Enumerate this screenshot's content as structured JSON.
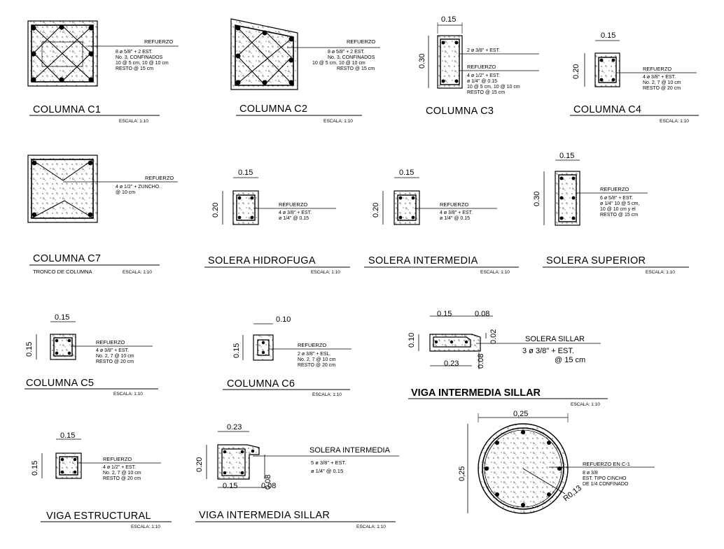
{
  "sections": {
    "c1": {
      "title": "COLUMNA C1",
      "scale": "ESCALA: 1:10",
      "label": "REFUERZO",
      "notes": [
        "8 ø 5/8\" + 2 EST.",
        "No. 3, CONFINADOS",
        "10 @ 5 cm, 10 @ 10 cm",
        "RESTO @ 15 cm"
      ]
    },
    "c2": {
      "title": "COLUMNA C2",
      "scale": "ESCALA: 1:10",
      "label": "REFUERZO",
      "notes": [
        "8 ø 5/8\" + 2 EST.",
        "No. 3, CONFINADOS",
        "10 @ 5 cm, 10 @ 10 cm",
        "RESTO @ 15 cm"
      ]
    },
    "c3": {
      "title": "COLUMNA C3",
      "dims": [
        "0.15",
        "0.30"
      ],
      "note_top": "2 ø 3/8\" + EST.",
      "label": "REFUERZO",
      "notes": [
        "4 ø 1/2\" + EST.",
        "ø 1/4\" @ 0.15",
        "10 @ 5 cm, 10 @ 10 cm",
        "RESTO @ 15 cm"
      ]
    },
    "c4": {
      "title": "COLUMNA C4",
      "scale": "ESCALA: 1:10",
      "dims": [
        "0.15",
        "0.20"
      ],
      "label": "REFUERZO",
      "notes": [
        "4 ø 3/8\" + EST.",
        "No. 2, 7 @ 10 cm",
        "RESTO @ 20 cm"
      ]
    },
    "c7": {
      "title": "COLUMNA C7",
      "subtitle": "TRONCO DE COLUMNA",
      "scale": "ESCALA: 1:10",
      "label": "REFUERZO",
      "notes": [
        "4 ø 1/2\" + ZUNCHO.",
        "@ 10 cm"
      ]
    },
    "hidro": {
      "title": "SOLERA HIDROFUGA",
      "scale": "ESCALA: 1:10",
      "dims": [
        "0.15",
        "0.20"
      ],
      "label": "REFUERZO",
      "notes": [
        "4 ø 3/8\" + EST.",
        "ø 1/4\" @ 0.15"
      ]
    },
    "inter": {
      "title": "SOLERA INTERMEDIA",
      "scale": "ESCALA: 1:10",
      "dims": [
        "0.15",
        "0.20"
      ],
      "label": "REFUERZO",
      "notes": [
        "4 ø 3/8\" + EST.",
        "ø 1/4\" @ 0.15"
      ]
    },
    "sup": {
      "title": "SOLERA SUPERIOR",
      "scale": "ESCALA: 1:10",
      "dims": [
        "0.15",
        "0.30"
      ],
      "label": "REFUERZO",
      "notes": [
        "6 ø 5/8\" + EST.",
        "ø 1/4\" 10 @ 5 cm,",
        "10 @ 10 cm y el",
        "RESTO @ 15 cm"
      ]
    },
    "c5": {
      "title": "COLUMNA C5",
      "scale": "ESCALA: 1:10",
      "dims": [
        "0.15",
        "0.15"
      ],
      "label": "REFUERZO",
      "notes": [
        "4 ø 3/8\" + EST.",
        "No. 2, 7 @ 10 cm",
        "RESTO @ 20 cm"
      ]
    },
    "c6": {
      "title": "COLUMNA C6",
      "scale": "ESCALA: 1:10",
      "dims": [
        "0.10",
        "0.15"
      ],
      "label": "REFUERZO",
      "notes": [
        "2 ø 3/8\" + ESL.",
        "No. 2, 7 @ 10 cm",
        "RESTO @ 20 cm"
      ]
    },
    "sillar": {
      "title": "VIGA INTERMEDIA SILLAR",
      "scale": "ESCALA: 1:10",
      "dims": [
        "0.15",
        "0.08",
        "0.10",
        "0.02",
        "0.23",
        "0.08"
      ],
      "label": "SOLERA SILLAR",
      "notes": [
        "3 ø 3/8\" + EST.",
        "@ 15 cm"
      ]
    },
    "viga": {
      "title": "VIGA ESTRUCTURAL",
      "scale": "ESCALA: 1:10",
      "dims": [
        "0.15",
        "0.15"
      ],
      "label": "REFUERZO",
      "notes": [
        "4 ø 1/2\" + EST.",
        "No. 2, 7 @ 10 cm",
        "RESTO @ 20 cm"
      ]
    },
    "sillar2": {
      "title": "VIGA INTERMEDIA SILLAR",
      "scale": "ESCALA: 1:10",
      "dims": [
        "0.23",
        "0.20",
        "0.08",
        "0.15",
        "0.08"
      ],
      "label": "SOLERA INTERMEDIA",
      "notes": [
        "5 ø 3/8\" + EST.",
        "ø 1/4\" @ 0.15"
      ]
    },
    "circ": {
      "dims": [
        "0,25",
        "0,25",
        "R0,13"
      ],
      "label": "REFUERZO EN C-1",
      "notes": [
        "8 ø 3/8",
        "EST. TIPO CINCHO",
        "DE 1/4 CONFINADO"
      ]
    }
  }
}
